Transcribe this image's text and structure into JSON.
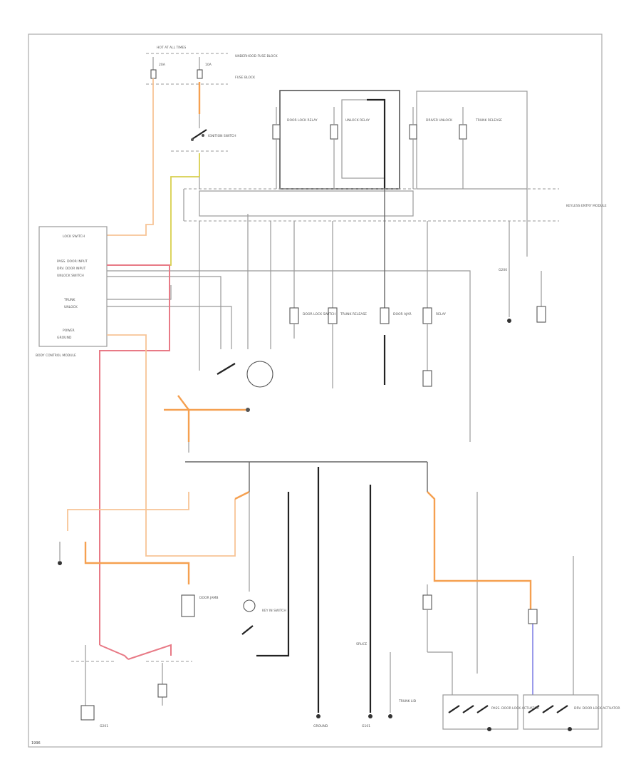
{
  "page_label": "1996",
  "colors": {
    "orange_wire": "#f5a050",
    "red_wire": "#e87a86",
    "yellow_wire": "#d8cf4e",
    "blue_wire": "#9b9bea",
    "black_wire": "#222222"
  },
  "top": {
    "hot": "HOT AT ALL TIMES",
    "fuse": "FUSE BLOCK",
    "fuse_left": "20A",
    "fuse_right": "10A",
    "underhood": "UNDERHOOD FUSE BLOCK",
    "switch_name": "IGNITION SWITCH"
  },
  "bcm_rows": {
    "r1": "LOCK SWITCH",
    "r2": "PASS. DOOR INPUT",
    "r3": "DRV. DOOR INPUT",
    "r4": "UNLOCK SWITCH",
    "r5": "TRUNK",
    "r6": "UNLOCK",
    "r7": "POWER",
    "r8": "GROUND"
  },
  "bcm_label": "BODY CONTROL MODULE",
  "relays": {
    "a": "DOOR LOCK RELAY",
    "b": "UNLOCK RELAY",
    "c": "DRIVER UNLOCK",
    "d": "TRUNK RELEASE"
  },
  "module_label": "KEYLESS ENTRY MODULE",
  "mid_components": {
    "c1": "DOOR LOCK SWITCH",
    "c2": "TRUNK RELEASE",
    "c3": "DOOR AJAR",
    "c4": "RELAY"
  },
  "lower_labels": {
    "l1": "KEY IN SWITCH",
    "l2": "DOOR JAMB",
    "l3": "SPLICE",
    "l4": "GROUND",
    "l5": "TRUNK LID",
    "l6": "PASS. DOOR LOCK ACTUATOR",
    "l7": "DRV. DOOR LOCK ACTUATOR"
  },
  "grounds": {
    "g1": "G101",
    "g2": "G200",
    "g3": "G201"
  }
}
